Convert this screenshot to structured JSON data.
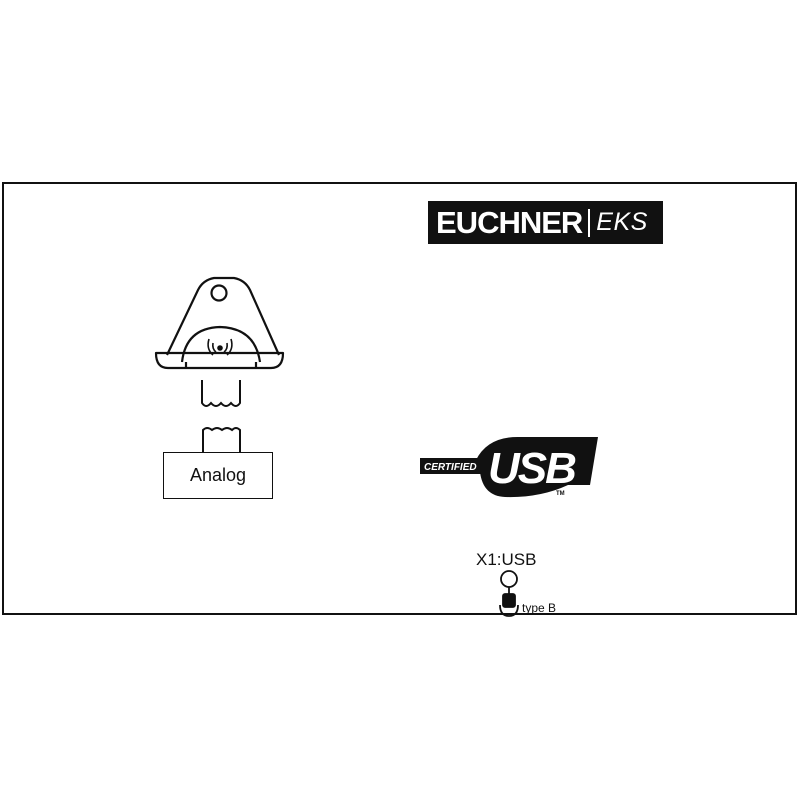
{
  "brand": {
    "name": "EUCHNER",
    "product": "EKS",
    "background": "#111111",
    "text_color": "#ffffff"
  },
  "reader": {
    "interface_label": "Analog"
  },
  "usb_logo": {
    "certified_text": "CERTIFIED",
    "usb_text": "USB",
    "tm_text": "TM"
  },
  "port": {
    "name": "X1:USB",
    "type": "type B",
    "icon": "usb-type-b-connector-icon"
  }
}
